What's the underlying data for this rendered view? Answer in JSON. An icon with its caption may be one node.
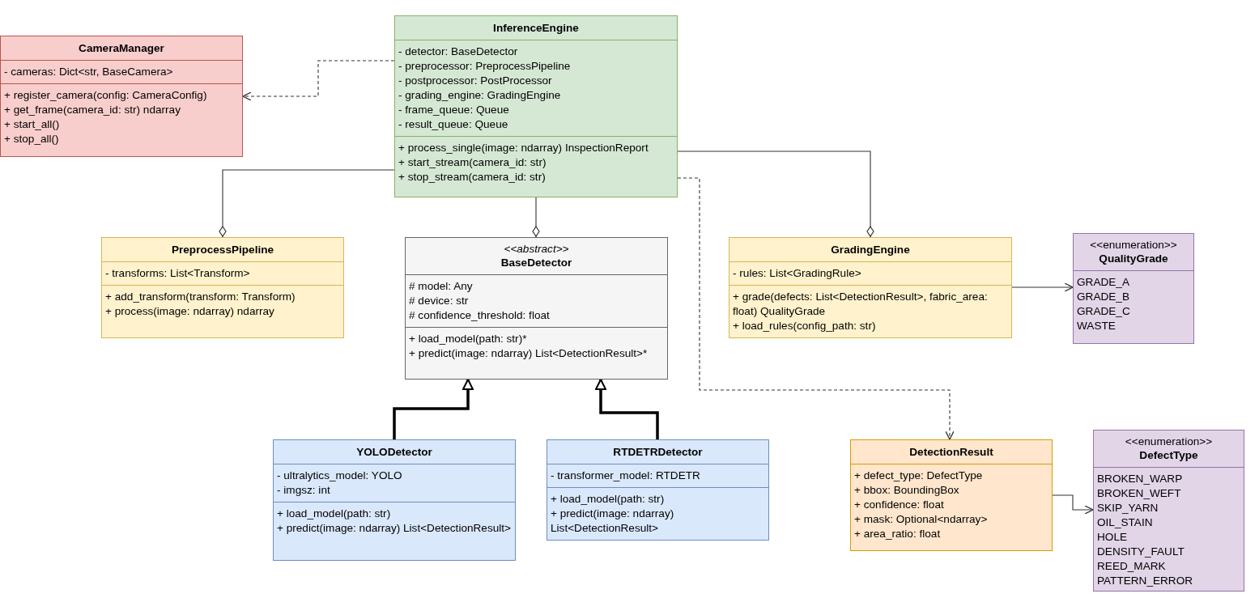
{
  "diagram": {
    "nodes": [
      {
        "text": [
          "CameraManager",
          "- cameras: Dict<str, BaseCamera>",
          "+ register_camera(config: CameraConfig)",
          "+ get_frame(camera_id: str) ndarray",
          "+ start_all()",
          "+ stop_all()"
        ]
      },
      {
        "text": [
          "InferenceEngine",
          "- detector: BaseDetector",
          "- preprocessor: PreprocessPipeline",
          "- postprocessor: PostProcessor",
          "- grading_engine: GradingEngine",
          "- frame_queue: Queue",
          "- result_queue: Queue",
          "+ process_single(image: ndarray) InspectionReport",
          "+ start_stream(camera_id: str)",
          "+ stop_stream(camera_id: str)"
        ]
      },
      {
        "text": [
          "PreprocessPipeline",
          "- transforms: List<Transform>",
          "+ add_transform(transform: Transform)",
          "+ process(image: ndarray) ndarray"
        ]
      },
      {
        "text": [
          "<<abstract>>",
          "BaseDetector",
          "# model: Any",
          "# device: str",
          "# confidence_threshold: float",
          "+ load_model(path: str)*",
          "+ predict(image: ndarray) List<DetectionResult>*"
        ]
      },
      {
        "text": [
          "GradingEngine",
          "- rules: List<GradingRule>",
          "+ grade(defects: List<DetectionResult>, fabric_area: float) QualityGrade",
          "+ load_rules(config_path: str)"
        ]
      },
      {
        "text": [
          "<<enumeration>>",
          "QualityGrade",
          "GRADE_A",
          "GRADE_B",
          "GRADE_C",
          "WASTE"
        ]
      },
      {
        "text": [
          "YOLODetector",
          "- ultralytics_model: YOLO",
          "- imgsz: int",
          "+ load_model(path: str)",
          "+ predict(image: ndarray) List<DetectionResult>"
        ]
      },
      {
        "text": [
          "RTDETRDetector",
          "- transformer_model: RTDETR",
          "+ load_model(path: str)",
          "+ predict(image: ndarray) List<DetectionResult>"
        ]
      },
      {
        "text": [
          "DetectionResult",
          "+ defect_type: DefectType",
          "+ bbox: BoundingBox",
          "+ confidence: float",
          "+ mask: Optional<ndarray>",
          "+ area_ratio: float"
        ]
      },
      {
        "text": [
          "<<enumeration>>",
          "DefectType",
          "BROKEN_WARP",
          "BROKEN_WEFT",
          "SKIP_YARN",
          "OIL_STAIN",
          "HOLE",
          "DENSITY_FAULT",
          "REED_MARK",
          "PATTERN_ERROR"
        ]
      }
    ],
    "edges": [
      {
        "from": 1,
        "to": 0,
        "arrow": "to",
        "style": "dashed"
      },
      {
        "from": 1,
        "to": 2,
        "arrow": "other"
      },
      {
        "from": 1,
        "to": 3,
        "arrow": "other"
      },
      {
        "from": 1,
        "to": 4,
        "arrow": "other"
      },
      {
        "from": 1,
        "to": 8,
        "arrow": "to",
        "style": "dashed"
      },
      {
        "from": 4,
        "to": 5,
        "arrow": "to"
      },
      {
        "from": 8,
        "to": 9,
        "arrow": "to"
      },
      {
        "from": 6,
        "to": 3,
        "arrow": "to",
        "style": "thick"
      },
      {
        "from": 7,
        "to": 3,
        "arrow": "to",
        "style": "thick"
      }
    ]
  }
}
